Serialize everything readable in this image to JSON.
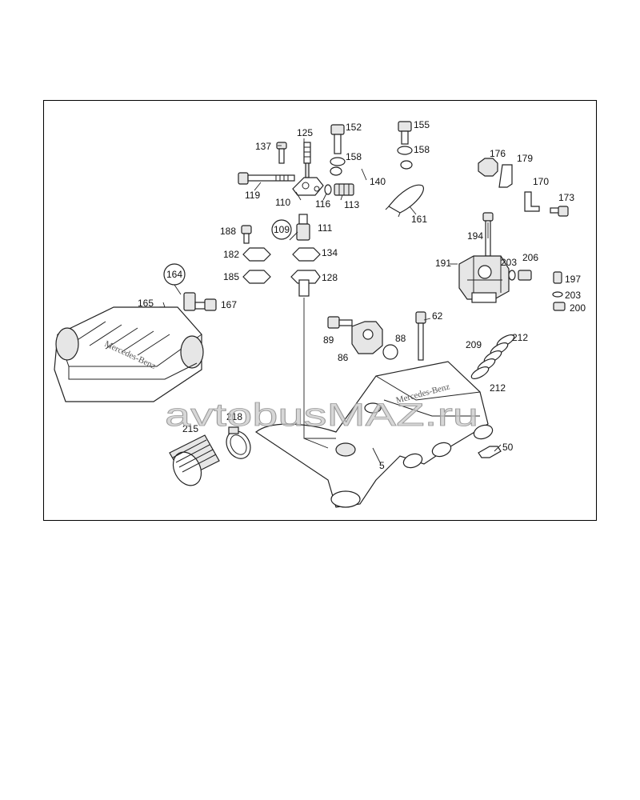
{
  "diagram": {
    "labels": [
      "125",
      "137",
      "152",
      "155",
      "158",
      "158",
      "119",
      "110",
      "116",
      "113",
      "140",
      "161",
      "176",
      "179",
      "170",
      "173",
      "188",
      "109",
      "111",
      "194",
      "182",
      "134",
      "191",
      "203",
      "206",
      "185",
      "128",
      "197",
      "203",
      "200",
      "164",
      "165",
      "167",
      "62",
      "89",
      "88",
      "86",
      "209",
      "212",
      "212",
      "218",
      "215",
      "5",
      "50"
    ],
    "brand_text": "Mercedes-Benz"
  },
  "watermark": {
    "text": "avtobusMAZ.ru"
  }
}
